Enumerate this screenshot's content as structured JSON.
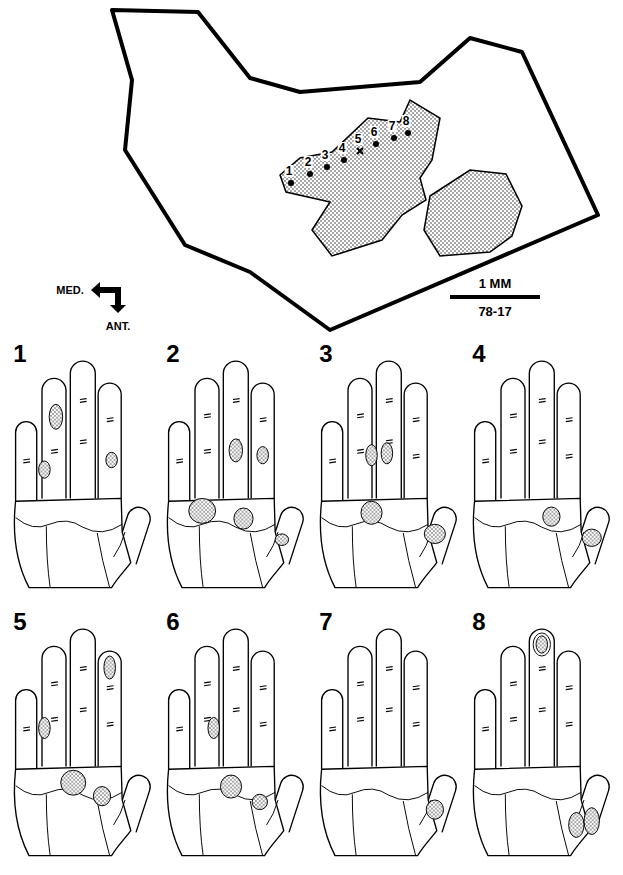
{
  "diagram": {
    "labels": [
      "1",
      "2",
      "3",
      "4",
      "5",
      "6",
      "7",
      "8",
      "MED.",
      "ANT.",
      "1 MM",
      "78-17",
      "1",
      "2",
      "3",
      "4",
      "5",
      "6",
      "7",
      "8"
    ]
  }
}
